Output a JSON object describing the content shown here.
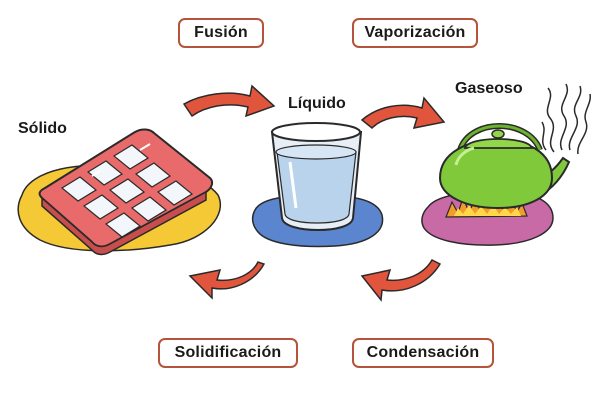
{
  "states": {
    "solid": "Sólido",
    "liquid": "Líquido",
    "gas": "Gaseoso"
  },
  "processes": {
    "fusion": "Fusión",
    "vaporization": "Vaporización",
    "solidification": "Solidificación",
    "condensation": "Condensación"
  },
  "colors": {
    "box_border": "#b5533c",
    "arrow": "#e2553d",
    "solid_mat": "#f5c936",
    "liquid_mat": "#5b85cf",
    "gas_mat": "#c86aa6",
    "ice_tray": "#e86a6a",
    "kettle": "#7fc93a"
  },
  "icons": [
    "ice-tray-icon",
    "water-glass-icon",
    "kettle-icon",
    "flame-icon",
    "steam-icon"
  ]
}
